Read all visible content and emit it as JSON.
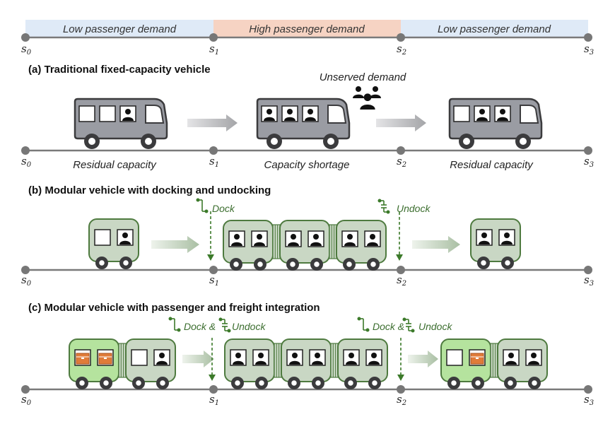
{
  "colors": {
    "low_band": "#dfeaf7",
    "high_band": "#f6d3c3",
    "timeline": "#7a7a7a",
    "node": "#777777",
    "bus_body": "#9a9ca3",
    "module_fill": "#c9d7c4",
    "module_stroke": "#4e7a3f",
    "freight_fill": "#b5e39e",
    "cargo": "#e07b39",
    "dock_green": "#3c7a2a",
    "arrow_grey": "#a9aaad"
  },
  "demand": {
    "low_left": "Low passenger demand",
    "high": "High passenger demand",
    "low_right": "Low passenger demand"
  },
  "nodes": {
    "s0": {
      "base": "s",
      "sub": "0"
    },
    "s1": {
      "base": "s",
      "sub": "1"
    },
    "s2": {
      "base": "s",
      "sub": "2"
    },
    "s3": {
      "base": "s",
      "sub": "3"
    }
  },
  "section_a": {
    "title": "(a) Traditional fixed-capacity vehicle",
    "unserved": "Unserved demand",
    "caption_left": "Residual capacity",
    "caption_mid": "Capacity shortage",
    "caption_right": "Residual capacity"
  },
  "section_b": {
    "title": "(b) Modular vehicle with docking and undocking",
    "dock": "Dock",
    "undock": "Undock"
  },
  "section_c": {
    "title": "(c) Modular vehicle with passenger and freight integration",
    "dock1": "Dock &",
    "undock1": "Undock",
    "dock2": "Dock &",
    "undock2": "Undock"
  }
}
